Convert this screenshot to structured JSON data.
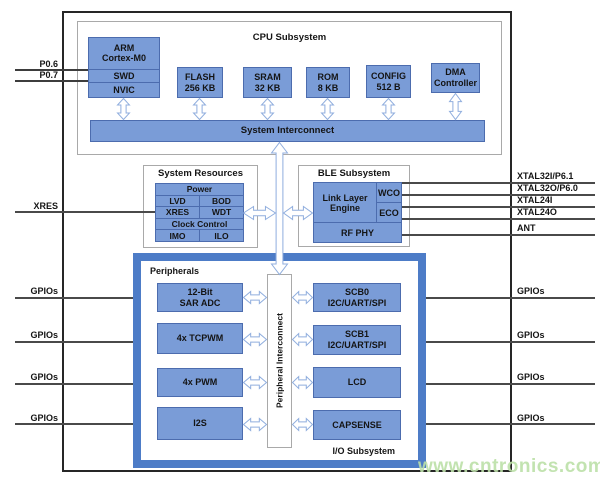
{
  "watermark": "www.cntronics.com",
  "colors": {
    "block_fill": "#7a9cd7",
    "block_border": "#4c6cae",
    "peripherals_border": "#4d7cc7",
    "arrow_stroke": "#90aede",
    "watermark_green": "#bce0a8"
  },
  "cpu": {
    "title": "CPU Subsystem",
    "arm_core": "ARM\nCortex-M0",
    "swd": "SWD",
    "nvic": "NVIC",
    "blocks": [
      "FLASH\n256 KB",
      "SRAM\n32 KB",
      "ROM\n8 KB",
      "CONFIG\n512 B",
      "DMA\nController"
    ],
    "interconnect": "System Interconnect"
  },
  "system_resources": {
    "title": "System Resources",
    "power_header": "Power",
    "cells": [
      "LVD",
      "BOD",
      "XRES",
      "WDT"
    ],
    "clock_header": "Clock Control",
    "clock_cells": [
      "IMO",
      "ILO"
    ]
  },
  "ble": {
    "title": "BLE Subsystem",
    "link_layer": "Link Layer\nEngine",
    "wco": "WCO",
    "eco": "ECO",
    "rf_phy": "RF PHY"
  },
  "peripherals": {
    "title": "Peripherals",
    "io_subsystem": "I/O Subsystem",
    "interconnect": "Peripheral Interconnect",
    "left": [
      "12-Bit\nSAR ADC",
      "4x TCPWM",
      "4x PWM",
      "I2S"
    ],
    "right": [
      "SCB0\nI2C/UART/SPI",
      "SCB1\nI2C/UART/SPI",
      "LCD",
      "CAPSENSE"
    ]
  },
  "pins": {
    "p06": "P0.6",
    "p07": "P0.7",
    "xres": "XRES",
    "gpio": "GPIOs",
    "xtal": [
      "XTAL32I/P6.1",
      "XTAL32O/P6.0",
      "XTAL24I",
      "XTAL24O"
    ],
    "ant": "ANT"
  }
}
